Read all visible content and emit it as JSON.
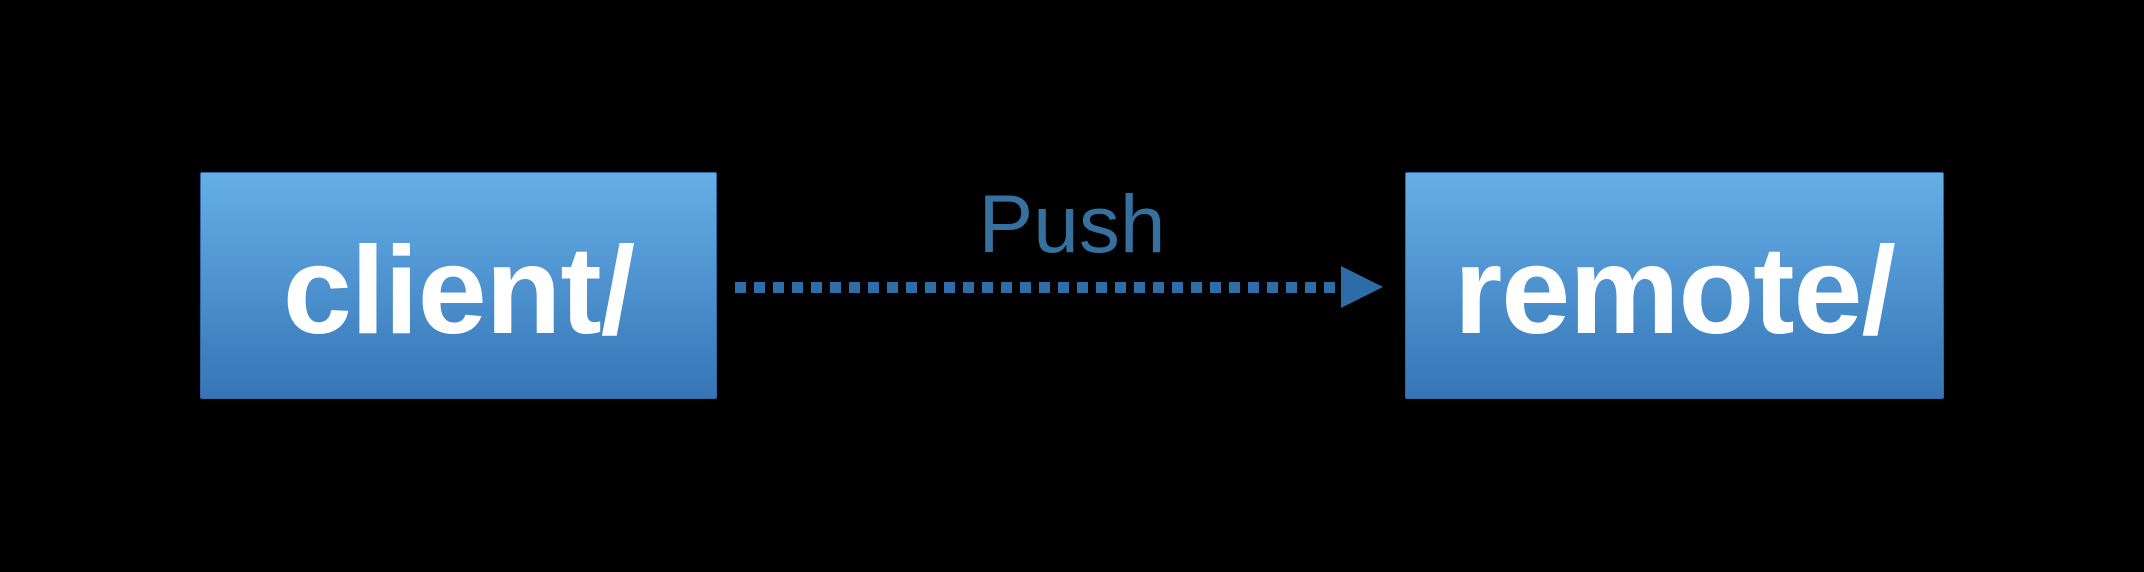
{
  "nodes": {
    "client": {
      "label": "client/"
    },
    "remote": {
      "label": "remote/"
    }
  },
  "edge": {
    "label": "Push",
    "from": "client/",
    "to": "remote/",
    "style": "dotted-arrow-right"
  },
  "colors": {
    "background": "#000000",
    "node_gradient_top": "#66AFE7",
    "node_gradient_bottom": "#3575B6",
    "node_border": "#2D6AA5",
    "node_text": "#FFFFFF",
    "edge_label": "#35719F",
    "edge_line": "#2F6DA8",
    "arrow_head": "#2E6CA8"
  }
}
